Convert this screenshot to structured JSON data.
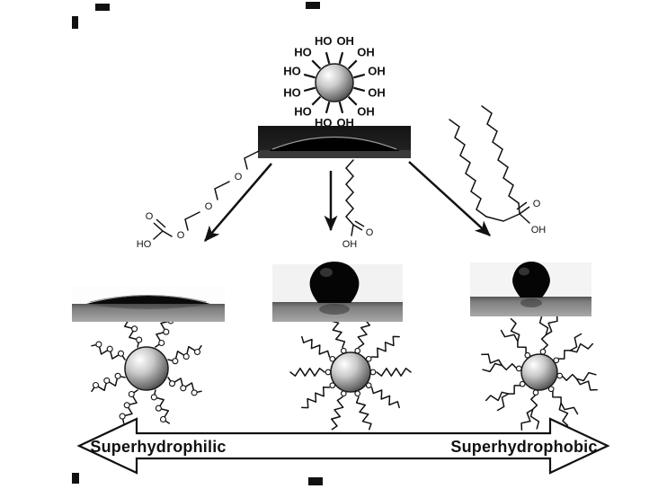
{
  "top_nanoparticle": {
    "hydroxyl_labels": [
      "HO",
      "OH",
      "OH",
      "OH",
      "OH",
      "OH",
      "OH",
      "HO",
      "HO",
      "HO",
      "HO",
      "HO"
    ]
  },
  "ligand_left": {
    "o1": "O",
    "o2": "O",
    "o3": "O",
    "carbonyl_o": "O",
    "acid_oh": "HO"
  },
  "ligand_middle": {
    "carbonyl_o": "O",
    "acid_oh": "OH"
  },
  "ligand_right": {
    "carbonyl_o": "O",
    "acid_oh": "OH"
  },
  "scale_arrow": {
    "left_label": "Superhydrophilic",
    "right_label": "Superhydrophobic"
  }
}
